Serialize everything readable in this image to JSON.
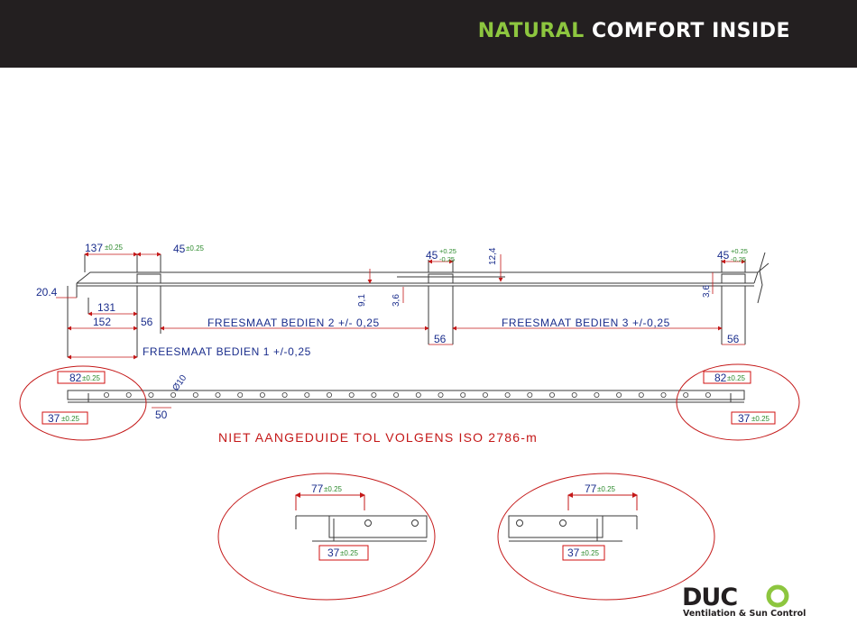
{
  "header": {
    "tagline_accent": "NATURAL",
    "tagline_rest": "COMFORT INSIDE",
    "colors": {
      "background": "#231f20",
      "accent": "#8dc63f",
      "text": "#ffffff"
    }
  },
  "drawing": {
    "dims": {
      "d137": "137",
      "d45_top_left": "45",
      "d45_mid": "45",
      "d45_right": "45",
      "d20_4": "20.4",
      "d131": "131",
      "d152": "152",
      "d56_a": "56",
      "d56_b": "56",
      "d56_c": "56",
      "d9_1": "9,1",
      "d3_6_a": "3,6",
      "d3_6_b": "3,6",
      "d12_4": "12,4",
      "d82_left": "82",
      "d82_right": "82",
      "d37_left": "37",
      "d37_right": "37",
      "d50": "50",
      "d_hole": "Ø10",
      "d77_left": "77",
      "d77_right": "77",
      "d37_detail_left": "37",
      "d37_detail_right": "37"
    },
    "tolerances": {
      "t137": "±0.25",
      "t45_top_left": "±0.25",
      "t45_mid_plus": "+0.25",
      "t45_mid_minus": "-0.25",
      "t45_right_plus": "+0.25",
      "t45_right_minus": "-0.25",
      "t82_left": "±0.25",
      "t82_right": "±0.25",
      "t37_left": "±0.25",
      "t37_right": "±0.25",
      "t77_left": "±0.25",
      "t77_right": "±0.25",
      "t37_detail_left": "±0.25",
      "t37_detail_right": "±0.25"
    },
    "notes": {
      "freesmaat_2": "FREESMAAT BEDIEN 2 +/- 0,25",
      "freesmaat_3": "FREESMAAT BEDIEN 3 +/-0,25",
      "freesmaat_1": "FREESMAAT BEDIEN 1 +/-0,25",
      "iso_note": "NIET AANGEDUIDE TOL VOLGENS ISO 2786-m"
    },
    "colors": {
      "line": "#3a3a3a",
      "dim_text": "#1a2d8c",
      "tolerance": "#2e8b2e",
      "box": "#d01010",
      "dim_line": "#c41818"
    }
  },
  "logo": {
    "brand": "DUCO",
    "subtitle": "Ventilation & Sun Control",
    "colors": {
      "dark": "#231f20",
      "green": "#8dc63f"
    }
  }
}
